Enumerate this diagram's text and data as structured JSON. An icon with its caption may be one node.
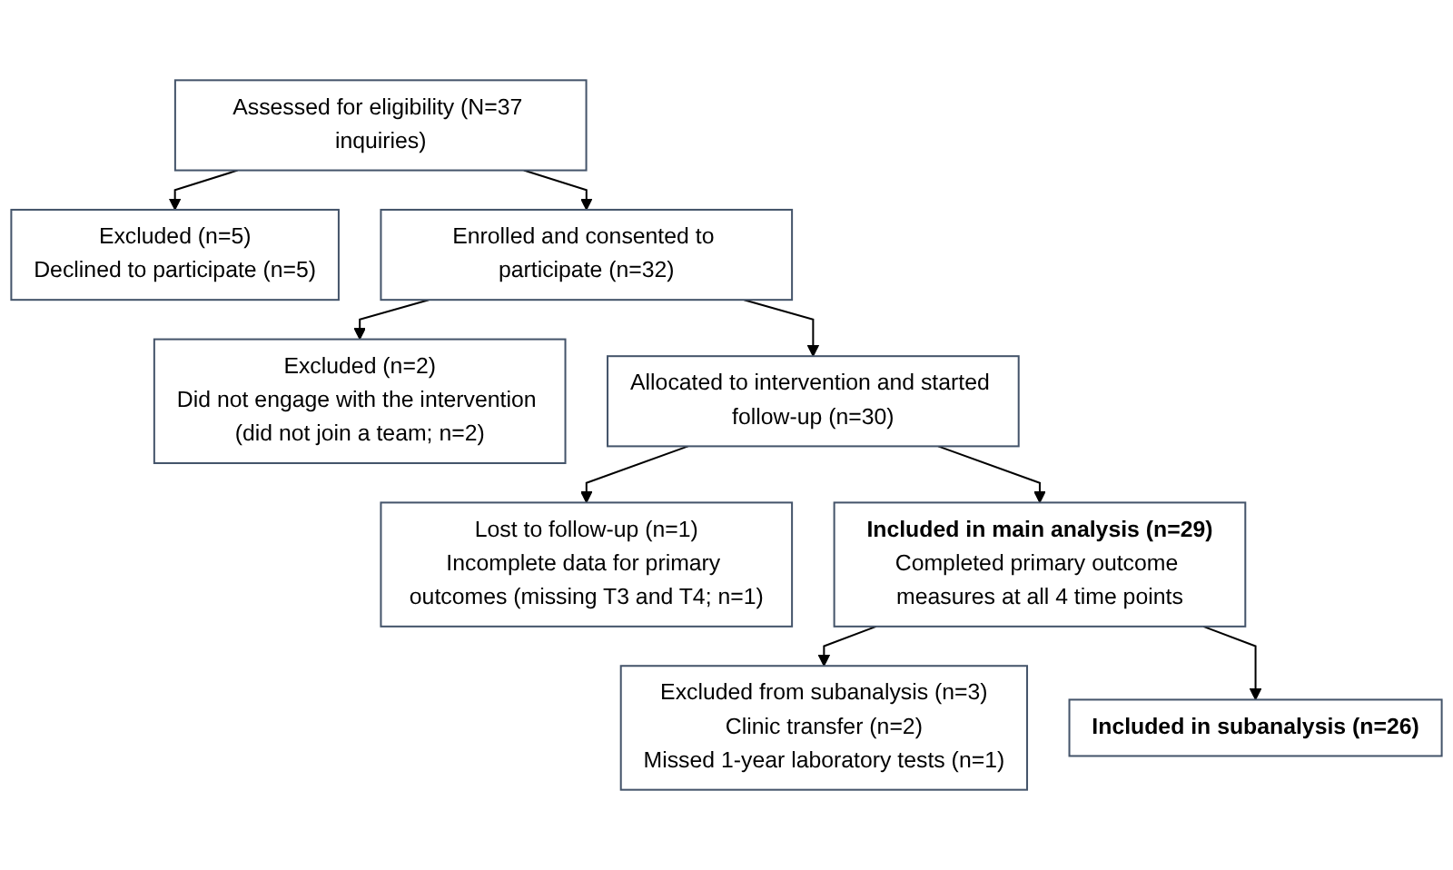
{
  "diagram": {
    "nodes": [
      {
        "text": [
          "Assessed for eligibility (N=37 inquiries)"
        ]
      },
      {
        "text": [
          "Excluded (n=5)",
          "Declined to participate (n=5)"
        ]
      },
      {
        "text": [
          "Enrolled and consented to participate (n=32)"
        ]
      },
      {
        "text": [
          "Excluded (n=2)",
          "Did not engage with the intervention (did not join a team; n=2)"
        ]
      },
      {
        "text": [
          "Allocated to intervention and started follow-up (n=30)"
        ]
      },
      {
        "text": [
          "Lost to follow-up (n=1)",
          "Incomplete data for primary outcomes (missing T3 and T4; n=1)"
        ]
      },
      {
        "text": [
          "Included in main analysis (n=29)",
          "Completed primary outcome measures at all 4 time points"
        ]
      },
      {
        "text": [
          "Excluded from subanalysis (n=3)",
          "Clinic transfer (n=2)",
          "Missed 1-year laboratory tests (n=1)"
        ]
      },
      {
        "text": [
          "Included in subanalysis (n=26)"
        ]
      }
    ],
    "edges": [
      {
        "from": 0,
        "to": 1,
        "arrow": "to"
      },
      {
        "from": 0,
        "to": 2,
        "arrow": "to"
      },
      {
        "from": 2,
        "to": 3,
        "arrow": "to"
      },
      {
        "from": 2,
        "to": 4,
        "arrow": "to"
      },
      {
        "from": 4,
        "to": 5,
        "arrow": "to"
      },
      {
        "from": 4,
        "to": 6,
        "arrow": "to"
      },
      {
        "from": 6,
        "to": 7,
        "arrow": "to"
      },
      {
        "from": 6,
        "to": 8,
        "arrow": "to"
      }
    ]
  }
}
